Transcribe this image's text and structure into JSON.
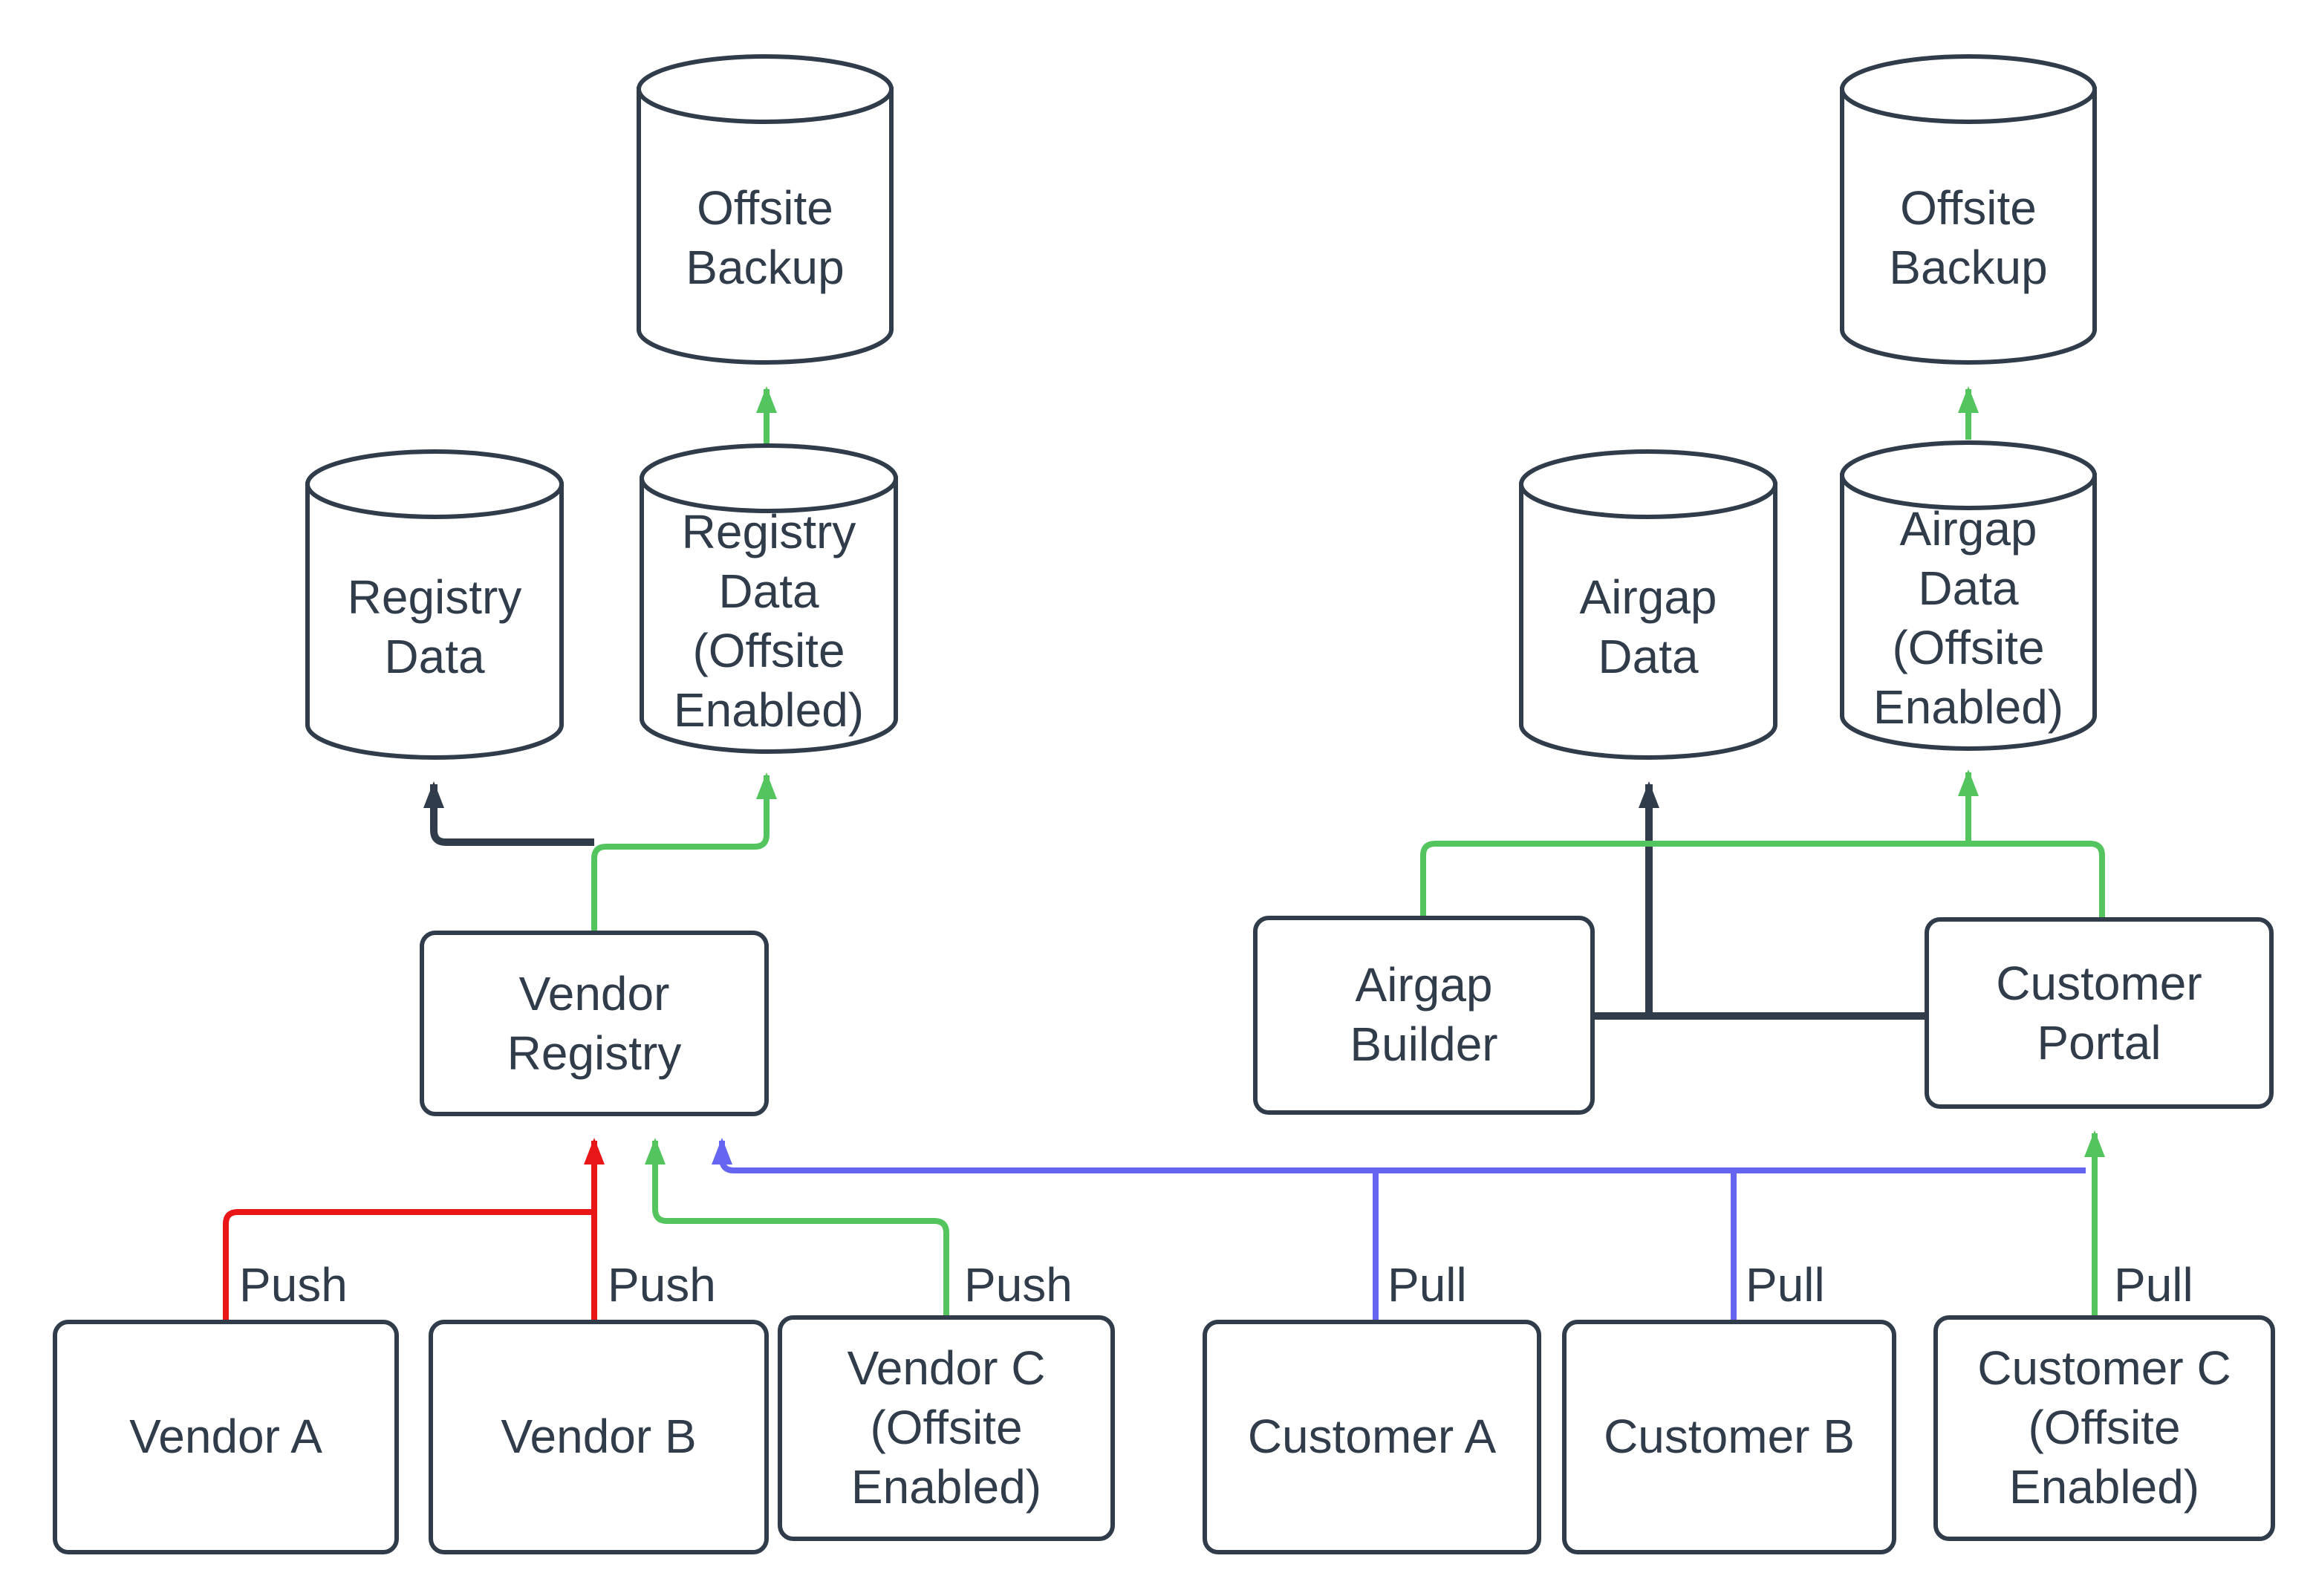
{
  "diagram": {
    "colors": {
      "node_stroke": "#313c4b",
      "text": "#313c4b",
      "push_flow_red": "#e81616",
      "offsite_flow_green": "#54c45e",
      "pull_flow_blue": "#6565f2"
    },
    "nodes": {
      "offsite_backup_left": "Offsite\nBackup",
      "registry_data": "Registry\nData",
      "registry_data_offsite": "Registry\nData\n(Offsite\nEnabled)",
      "offsite_backup_right": "Offsite\nBackup",
      "airgap_data": "Airgap\nData",
      "airgap_data_offsite": "Airgap\nData\n(Offsite\nEnabled)",
      "vendor_registry": "Vendor\nRegistry",
      "airgap_builder": "Airgap\nBuilder",
      "customer_portal": "Customer\nPortal",
      "vendor_a": "Vendor A",
      "vendor_b": "Vendor B",
      "vendor_c": "Vendor C\n(Offsite\nEnabled)",
      "customer_a": "Customer A",
      "customer_b": "Customer B",
      "customer_c": "Customer C\n(Offsite\nEnabled)"
    },
    "edge_labels": {
      "push_vendor_a": "Push",
      "push_vendor_b": "Push",
      "push_vendor_c": "Push",
      "pull_customer_a": "Pull",
      "pull_customer_b": "Pull",
      "pull_customer_c": "Pull"
    }
  }
}
